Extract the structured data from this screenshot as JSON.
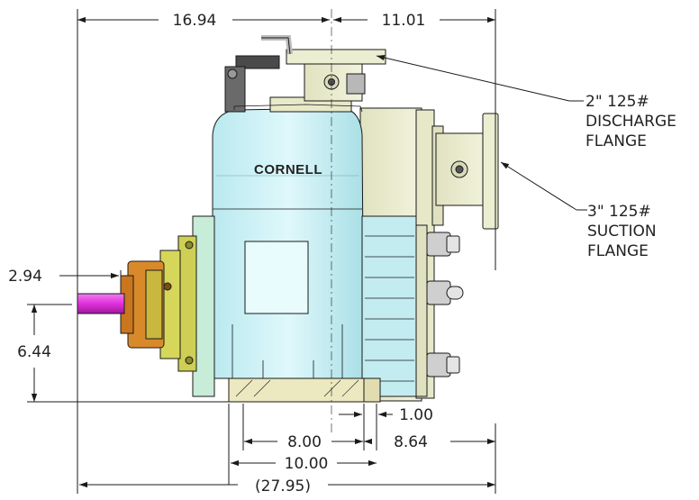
{
  "drawing": {
    "brand": "CORNELL",
    "dimensions": {
      "top_left": "16.94",
      "top_right": "11.01",
      "shaft_length": "2.94",
      "shaft_height": "6.44",
      "foot_offset": "1.00",
      "base_inner": "8.00",
      "base_right": "8.64",
      "base_outer": "10.00",
      "overall": "(27.95)"
    },
    "callouts": {
      "discharge": [
        "2\" 125#",
        "DISCHARGE",
        "FLANGE"
      ],
      "suction": [
        "3\" 125#",
        "SUCTION",
        "FLANGE"
      ]
    },
    "colors": {
      "housing": "#cdf2f6",
      "housing_shade": "#9fd8df",
      "frame": "#e9ecd0",
      "motor_plate": "#cfcf55",
      "bearing": "#d88a2a",
      "shaft": "#e62ee0",
      "base": "#ece8c0",
      "line": "#1a1a1a"
    }
  }
}
